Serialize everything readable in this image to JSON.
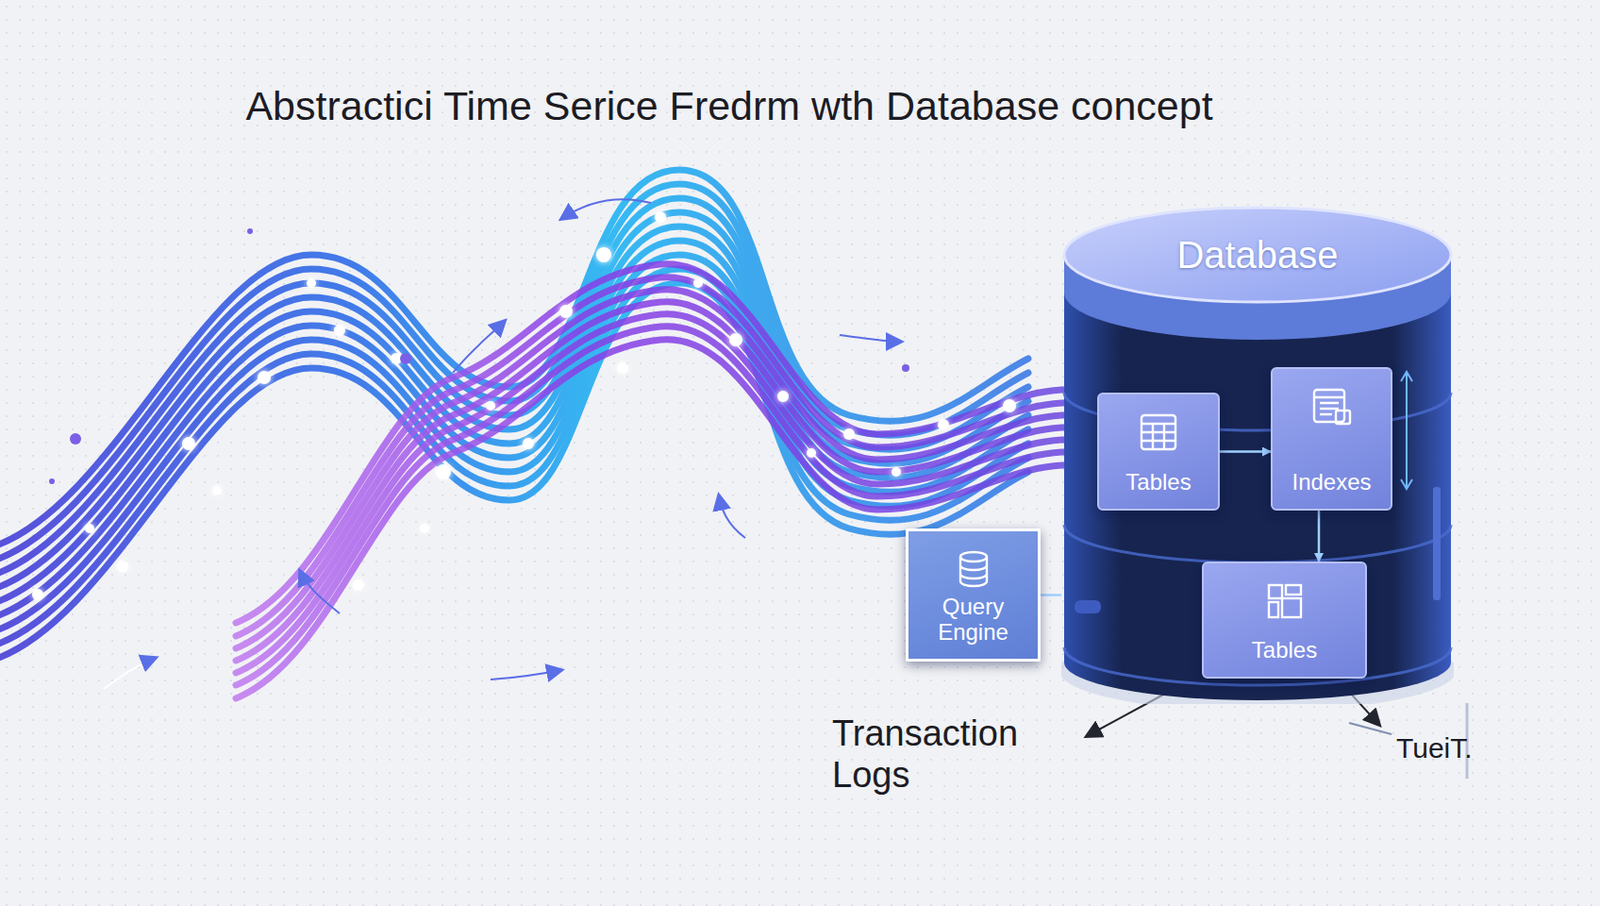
{
  "diagram": {
    "title": "Abstractici Time Serice Fredrm wth Database concept",
    "nodes": [
      {
        "text": [
          "Database"
        ]
      },
      {
        "text": [
          "Tables"
        ],
        "in": 0
      },
      {
        "text": [
          "Indexes"
        ],
        "in": 0
      },
      {
        "text": [
          "Tables"
        ],
        "in": 0
      },
      {
        "text": [
          "Query Engine"
        ]
      }
    ],
    "edges": [
      {
        "from": 1,
        "to": 2,
        "arrow": "to"
      },
      {
        "from": 2,
        "to": 3,
        "arrow": "to"
      },
      {
        "from": 4,
        "to": 0,
        "arrow": "none"
      }
    ],
    "labels": [
      "Transaction Logs",
      "TueiT."
    ]
  }
}
